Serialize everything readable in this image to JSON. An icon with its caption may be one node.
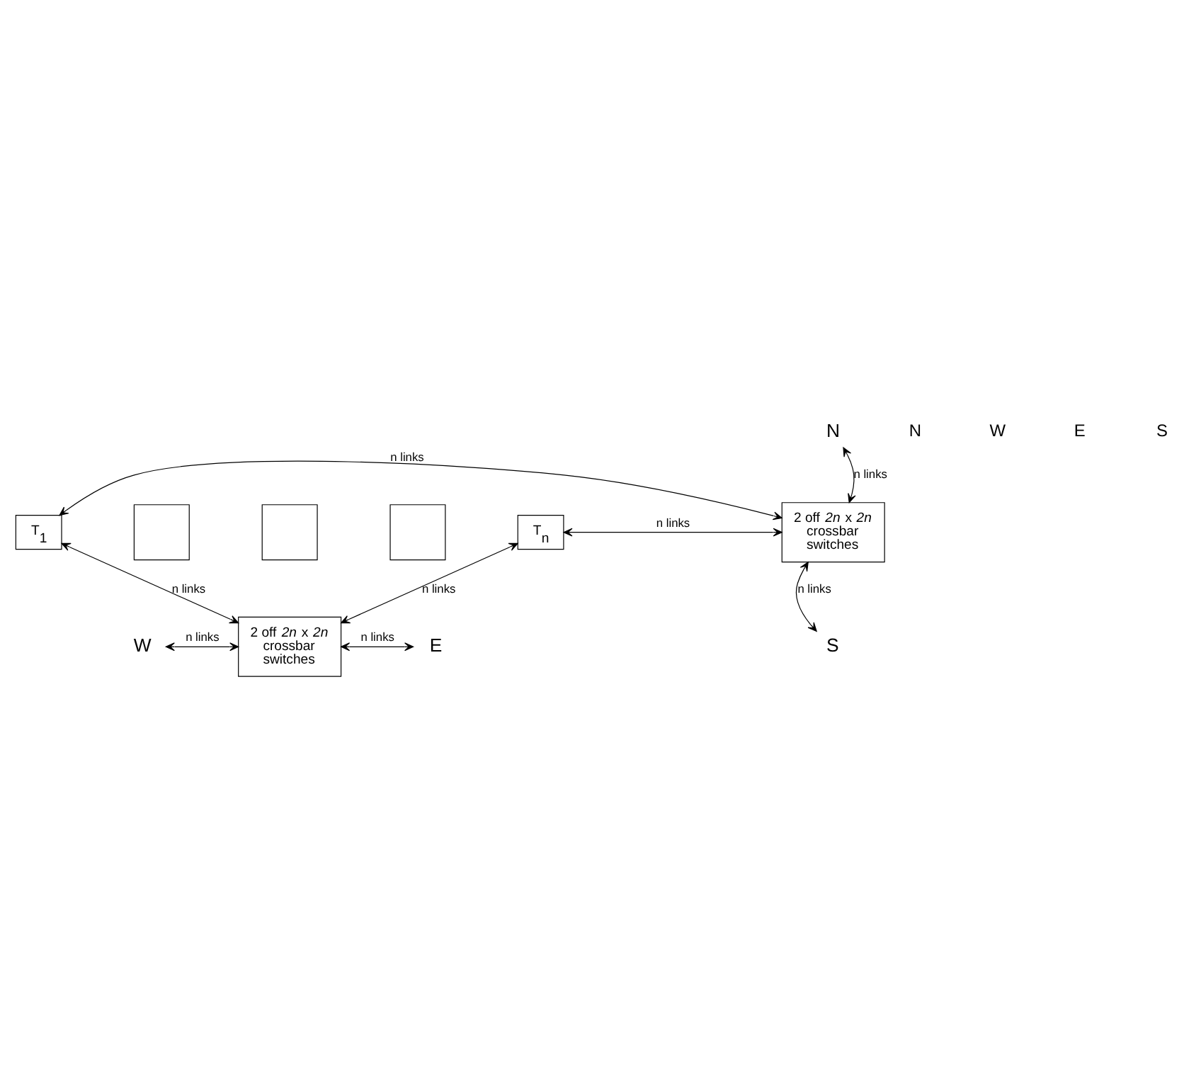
{
  "diagram": {
    "nodes": [
      {
        "text": [
          "N"
        ]
      },
      {
        "text": [
          "T$_{n}$"
        ]
      },
      {
        "text": [],
        "shape": "box"
      },
      {
        "text": [],
        "shape": "box"
      },
      {
        "text": [],
        "shape": "box"
      },
      {
        "text": [
          "T$_{1}$"
        ]
      },
      {
        "text": [
          "2 off *2n* x *2n* crossbar switches"
        ]
      },
      {
        "text": [
          "S"
        ]
      },
      {
        "text": [
          "2 off *2n* x *2n* crossbar switches"
        ]
      },
      {
        "text": [
          "W"
        ]
      },
      {
        "text": [
          "E"
        ]
      }
    ],
    "edges": [
      {
        "from": 1,
        "to": 6,
        "arrow": "both",
        "label": "n links"
      },
      {
        "from": 6,
        "to": 0,
        "arrow": "both",
        "label": "n links"
      },
      {
        "from": 5,
        "to": 8,
        "arrow": "both",
        "label": "n links"
      },
      {
        "from": 1,
        "to": 8,
        "arrow": "both",
        "label": "n links"
      },
      {
        "from": 5,
        "to": 6,
        "arrow": "both",
        "label": "n links"
      },
      {
        "from": 6,
        "to": 7,
        "arrow": "both",
        "label": "n links"
      },
      {
        "from": 9,
        "to": 8,
        "arrow": "both",
        "label": "n links"
      },
      {
        "from": 8,
        "to": 10,
        "arrow": "both",
        "label": "n links"
      }
    ],
    "labels": [
      "N",
      "W",
      "E",
      "S"
    ]
  }
}
